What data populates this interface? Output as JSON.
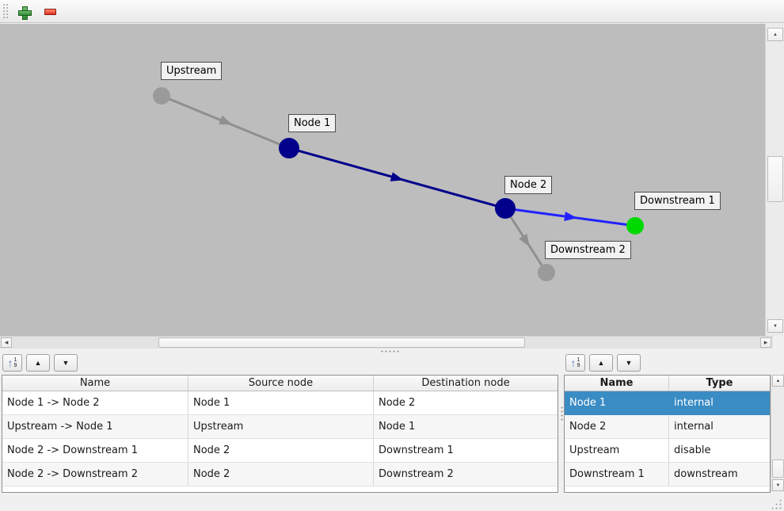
{
  "icons": {
    "sort_arrow": "↑",
    "sort_top": "1",
    "sort_bottom": "9",
    "up": "▲",
    "down": "▼",
    "left": "◀",
    "right": "▶"
  },
  "colors": {
    "selection": "#3a8cc4",
    "canvas": "#bdbdbd",
    "node_internal": "#00008b",
    "node_gray": "#9a9a9a",
    "node_green": "#00d900",
    "edge_blue": "#2222ff",
    "edge_navy": "#00008b",
    "edge_gray": "#8f8f8f"
  },
  "graph": {
    "nodes": [
      {
        "label": "Upstream",
        "color": "#9a9a9a"
      },
      {
        "label": "Node 1",
        "color": "#00008b"
      },
      {
        "label": "Node 2",
        "color": "#00008b"
      },
      {
        "label": "Downstream 1",
        "color": "#00d900"
      },
      {
        "label": "Downstream 2",
        "color": "#9a9a9a"
      }
    ],
    "edges": [
      {
        "name": "Upstream -> Node 1",
        "color": "#8f8f8f"
      },
      {
        "name": "Node 1 -> Node 2",
        "color": "#00008b"
      },
      {
        "name": "Node 2 -> Downstream 1",
        "color": "#2222ff"
      },
      {
        "name": "Node 2 -> Downstream 2",
        "color": "#8f8f8f"
      }
    ]
  },
  "edge_panel": {
    "table": {
      "headers": [
        "Name",
        "Source node",
        "Destination node"
      ],
      "rows": [
        [
          "Node 1 -> Node 2",
          "Node 1",
          "Node 2"
        ],
        [
          "Upstream -> Node 1",
          "Upstream",
          "Node 1"
        ],
        [
          "Node 2 -> Downstream 1",
          "Node 2",
          "Downstream 1"
        ],
        [
          "Node 2 -> Downstream 2",
          "Node 2",
          "Downstream 2"
        ]
      ]
    }
  },
  "node_panel": {
    "table": {
      "headers": [
        "Name",
        "Type"
      ],
      "rows": [
        [
          "Node 1",
          "internal"
        ],
        [
          "Node 2",
          "internal"
        ],
        [
          "Upstream",
          "disable"
        ],
        [
          "Downstream 1",
          "downstream"
        ]
      ],
      "selected_row": 0
    }
  }
}
